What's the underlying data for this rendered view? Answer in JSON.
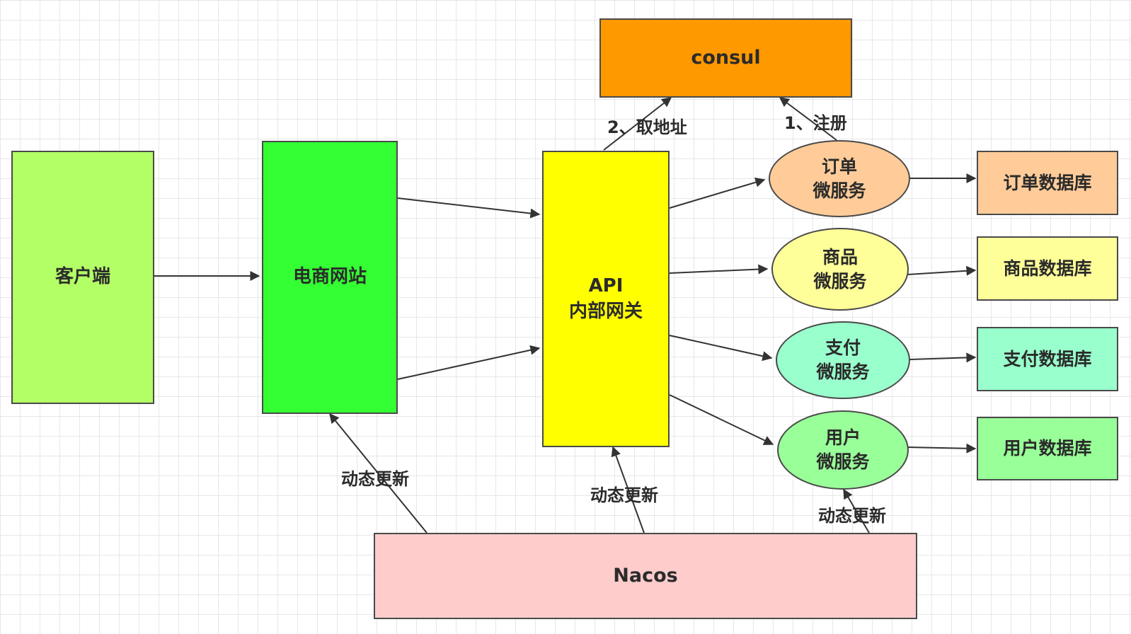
{
  "nodes": {
    "consul": "consul",
    "client": "客户端",
    "website": "电商网站",
    "gateway": {
      "line1": "API",
      "line2": "内部网关"
    },
    "order_service": {
      "line1": "订单",
      "line2": "微服务"
    },
    "product_service": {
      "line1": "商品",
      "line2": "微服务"
    },
    "payment_service": {
      "line1": "支付",
      "line2": "微服务"
    },
    "user_service": {
      "line1": "用户",
      "line2": "微服务"
    },
    "order_db": "订单数据库",
    "product_db": "商品数据库",
    "payment_db": "支付数据库",
    "user_db": "用户数据库",
    "nacos": "Nacos"
  },
  "edge_labels": {
    "fetch_address": "2、取地址",
    "register": "1、注册",
    "dynamic_update_website": "动态更新",
    "dynamic_update_gateway": "动态更新",
    "dynamic_update_services": "动态更新"
  },
  "colors": {
    "consul": "#ff9900",
    "client": "#b3ff66",
    "website": "#33ff33",
    "gateway": "#ffff00",
    "order": "#ffcc99",
    "product": "#ffff99",
    "payment": "#99ffcc",
    "user": "#99ff99",
    "nacos": "#ffcccc"
  }
}
